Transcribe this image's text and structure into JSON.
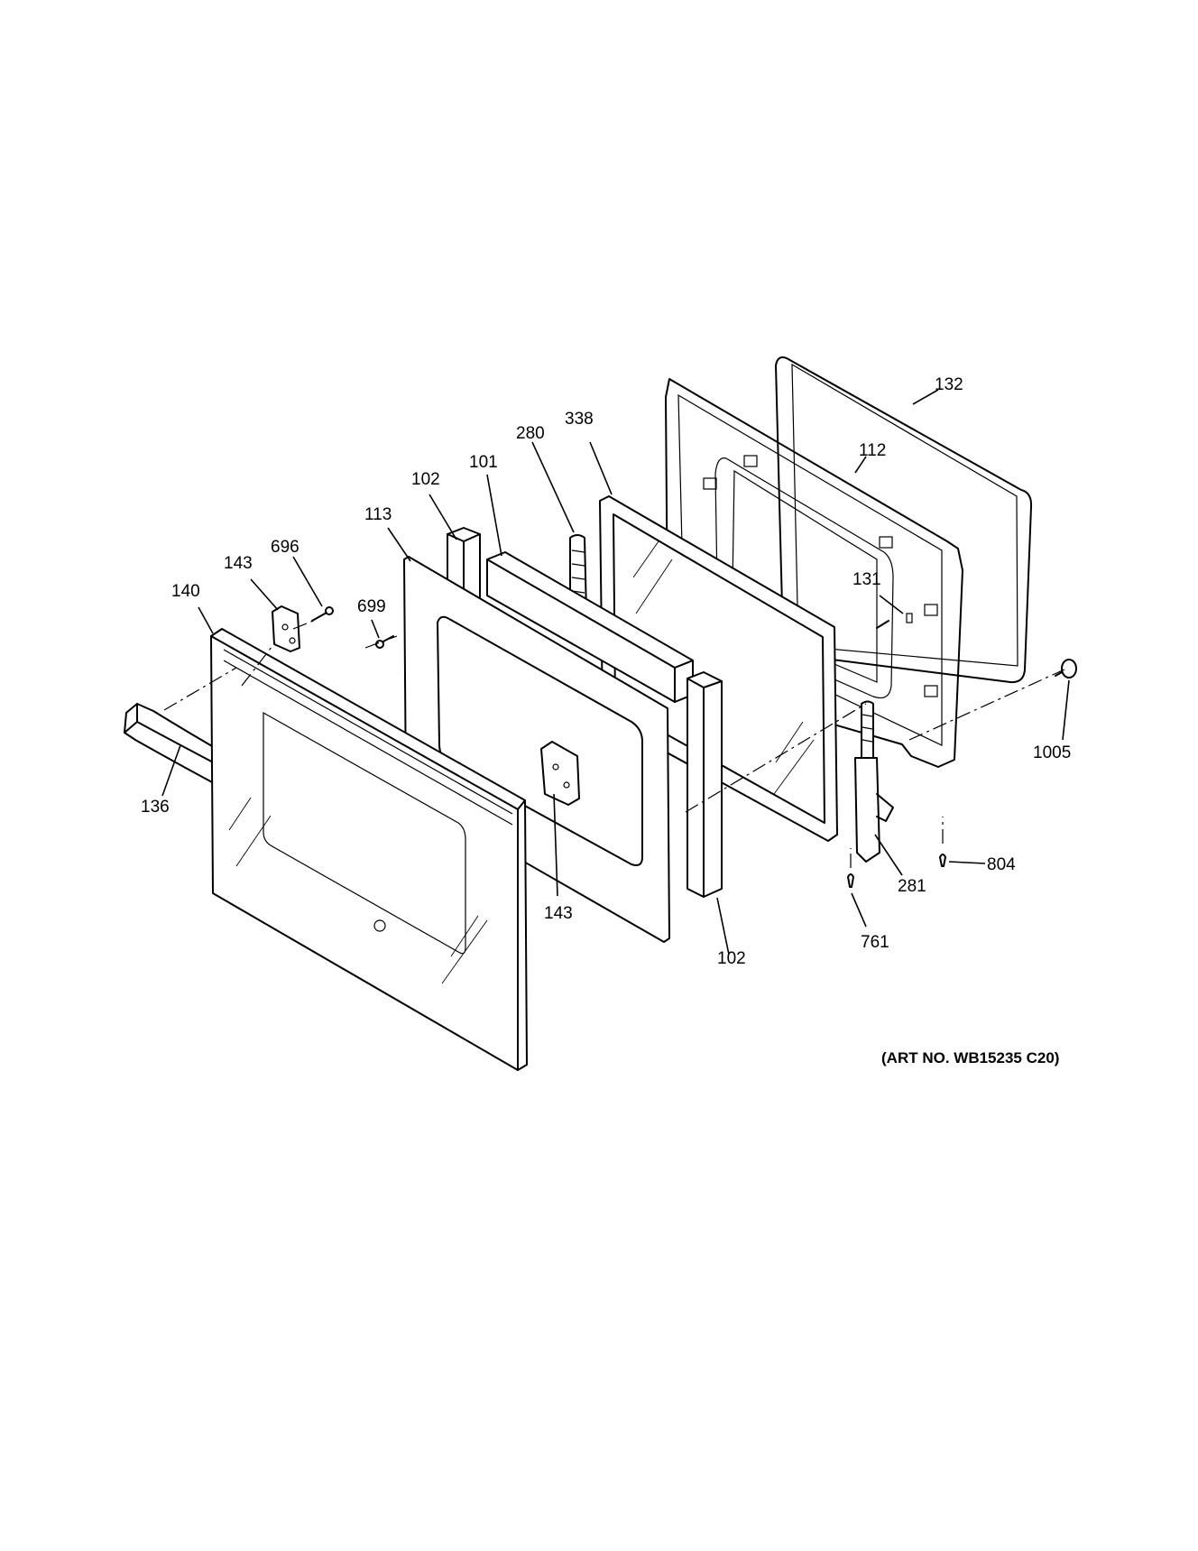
{
  "callouts": {
    "c132": "132",
    "c112": "112",
    "c338": "338",
    "c280": "280",
    "c101": "101",
    "c102a": "102",
    "c113": "113",
    "c696": "696",
    "c143a": "143",
    "c140": "140",
    "c699": "699",
    "c131": "131",
    "c1005": "1005",
    "c136": "136",
    "c143b": "143",
    "c281": "281",
    "c804": "804",
    "c761": "761",
    "c102b": "102"
  },
  "art_number": "(ART NO. WB15235 C20)"
}
